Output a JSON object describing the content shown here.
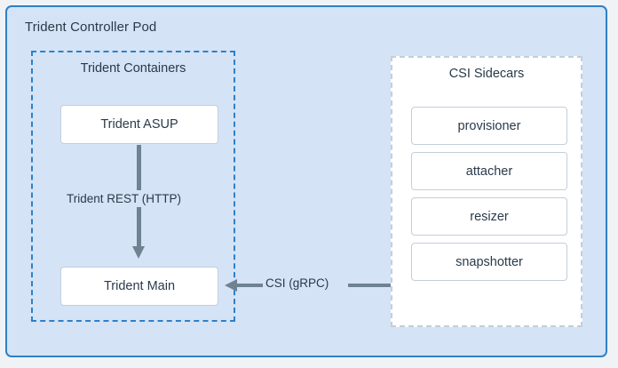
{
  "diagram": {
    "title": "Trident Controller Pod",
    "groups": {
      "containers": {
        "title": "Trident Containers",
        "nodes": [
          {
            "label": "Trident ASUP"
          },
          {
            "label": "Trident Main"
          }
        ]
      },
      "sidecars": {
        "title": "CSI Sidecars",
        "nodes": [
          {
            "label": "provisioner"
          },
          {
            "label": "attacher"
          },
          {
            "label": "resizer"
          },
          {
            "label": "snapshotter"
          }
        ]
      }
    },
    "connectors": [
      {
        "label": "Trident REST (HTTP)",
        "direction": "down",
        "from": "Trident ASUP",
        "to": "Trident Main"
      },
      {
        "label": "CSI (gRPC)",
        "direction": "left",
        "from": "CSI Sidecars",
        "to": "Trident Main"
      }
    ],
    "colors": {
      "pod_fill": "#d4e3f5",
      "pod_border": "#2f80c8",
      "group_border": "#2f80c8",
      "sidecar_panel_border": "#c3cedb",
      "node_fill": "#ffffff",
      "node_border": "#c3cedb",
      "connector": "#6e8292",
      "text": "#2a3a4a",
      "page_background": "#f0f3f5"
    }
  }
}
